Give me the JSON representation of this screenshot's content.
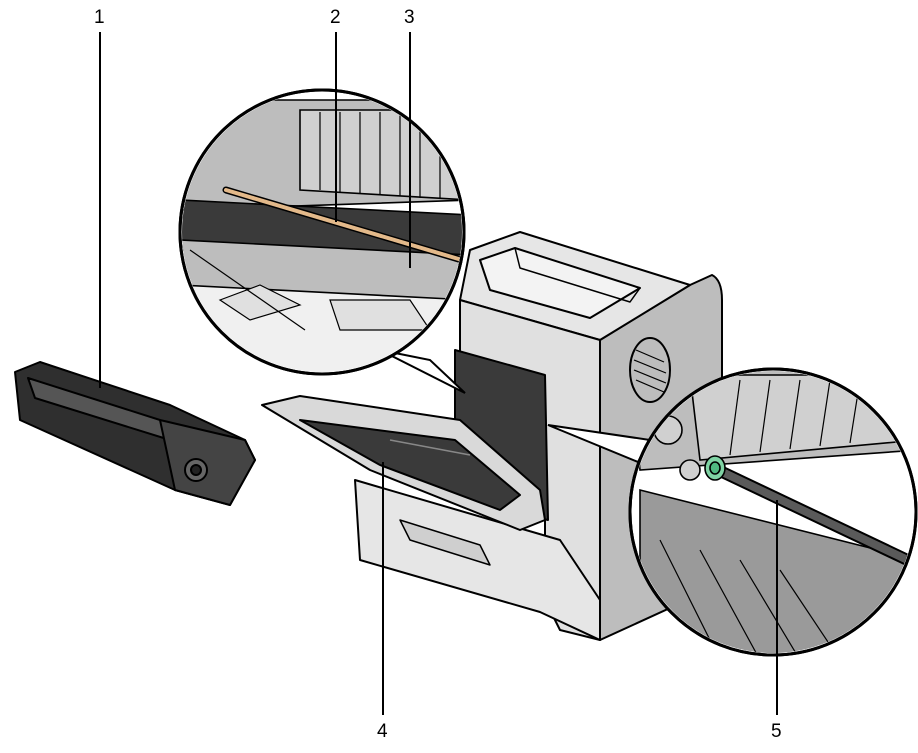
{
  "callouts": [
    {
      "number": "1"
    },
    {
      "number": "2"
    },
    {
      "number": "3"
    },
    {
      "number": "4"
    },
    {
      "number": "5"
    }
  ],
  "colors": {
    "line": "#000000",
    "panel_light": "#e6e6e6",
    "panel_mid": "#bdbdbd",
    "panel_dark": "#3a3a3a",
    "roller_gold": "#e3b98a",
    "knob_green": "#7fd3a4"
  }
}
